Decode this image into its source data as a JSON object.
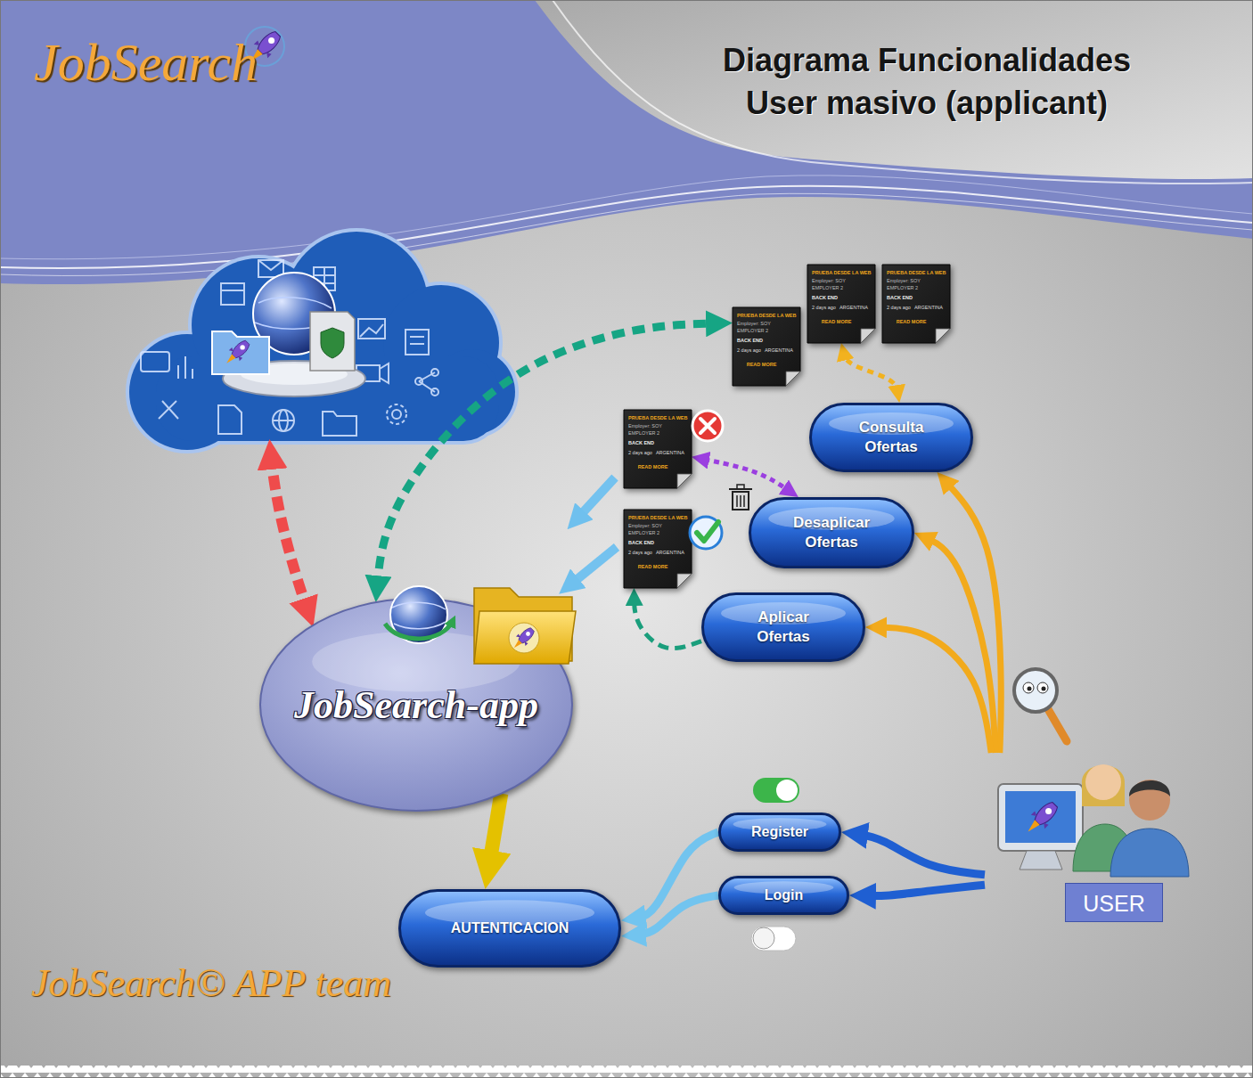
{
  "diagram": {
    "title": "Diagrama Funcionalidades User masivo (applicant)",
    "nodes": [
      {
        "text": [
          "PRUEBA DESDE LA WEB",
          "Employer: SOY EMPLOYER 2",
          "BACK END",
          "2 days ago",
          "ARGENTINA",
          "READ MORE"
        ]
      },
      {
        "text": [
          "PRUEBA DESDE LA WEB",
          "Employer: SOY EMPLOYER 2",
          "BACK END",
          "2 days ago",
          "ARGENTINA",
          "READ MORE"
        ]
      },
      {
        "text": [
          "PRUEBA DESDE LA WEB",
          "Employer: SOY EMPLOYER 2",
          "BACK END",
          "2 days ago",
          "ARGENTINA",
          "READ MORE"
        ]
      },
      {
        "text": [
          "Consulta Ofertas"
        ]
      },
      {
        "text": [
          "PRUEBA DESDE LA WEB",
          "Employer: SOY EMPLOYER 2",
          "BACK END",
          "2 days ago",
          "ARGENTINA",
          "READ MORE"
        ]
      },
      {
        "text": [
          "Desaplicar Ofertas"
        ]
      },
      {
        "text": [
          "PRUEBA DESDE LA WEB",
          "Employer: SOY EMPLOYER 2",
          "BACK END",
          "2 days ago",
          "ARGENTINA",
          "READ MORE"
        ]
      },
      {
        "text": [
          "Aplicar Ofertas"
        ]
      },
      {
        "text": [
          "JobSearch-app"
        ]
      },
      {
        "text": [
          "Register"
        ]
      },
      {
        "text": [
          "Login"
        ]
      },
      {
        "text": [
          "AUTENTICACION"
        ]
      },
      {
        "text": [
          "USER"
        ]
      }
    ],
    "edges": [
      {
        "from": 8,
        "to": 2,
        "arrow": "both"
      },
      {
        "from": 3,
        "to": 0,
        "arrow": "both"
      },
      {
        "from": 5,
        "to": 4,
        "arrow": "both"
      },
      {
        "from": 7,
        "to": 6,
        "arrow": "to"
      },
      {
        "from": 12,
        "to": 3,
        "arrow": "to"
      },
      {
        "from": 12,
        "to": 5,
        "arrow": "to"
      },
      {
        "from": 12,
        "to": 7,
        "arrow": "to"
      },
      {
        "from": 12,
        "to": 9,
        "arrow": "to"
      },
      {
        "from": 12,
        "to": 10,
        "arrow": "to"
      },
      {
        "from": 9,
        "to": 11,
        "arrow": "to"
      },
      {
        "from": 10,
        "to": 11,
        "arrow": "to"
      },
      {
        "from": 8,
        "to": 11,
        "arrow": "to"
      }
    ],
    "labels": [
      "JobSearch",
      "JobSearch© APP team"
    ]
  }
}
